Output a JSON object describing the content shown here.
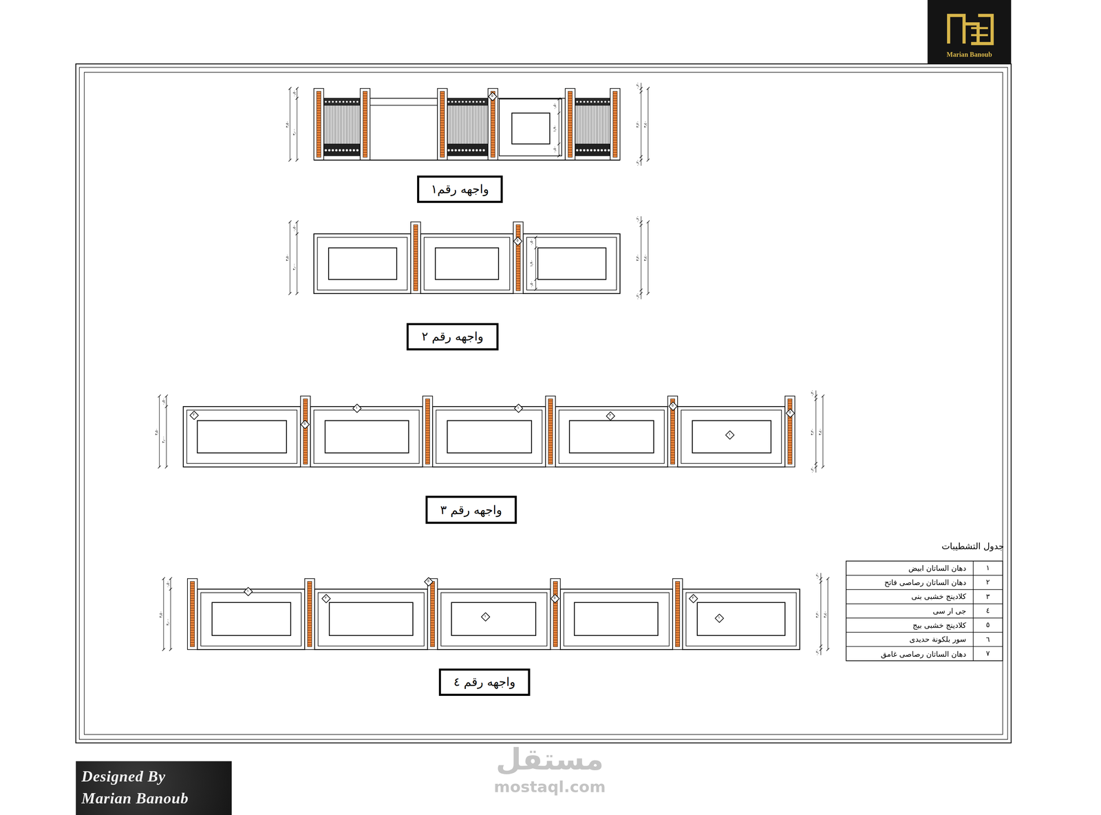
{
  "diagram": {
    "nodes": [
      {
        "text": [
          "Marian Banoub"
        ]
      },
      {
        "text": [
          "٥"
        ]
      },
      {
        "text": [
          "واجهه رقم١"
        ]
      },
      {
        "text": [
          "٥"
        ]
      },
      {
        "text": [
          "واجهه رقم ٢"
        ]
      },
      {
        "text": [
          "٢"
        ]
      },
      {
        "text": [
          "٥"
        ]
      },
      {
        "text": [
          "١"
        ]
      },
      {
        "text": [
          "١"
        ]
      },
      {
        "text": [
          "٢"
        ]
      },
      {
        "text": [
          "٥"
        ]
      },
      {
        "text": [
          "١"
        ]
      },
      {
        "text": [
          "٥"
        ]
      },
      {
        "text": [
          "واجهه رقم ٣"
        ]
      },
      {
        "text": [
          "١"
        ]
      },
      {
        "text": [
          "٢"
        ]
      },
      {
        "text": [
          "٥"
        ]
      },
      {
        "text": [
          "١"
        ]
      },
      {
        "text": [
          "٥"
        ]
      },
      {
        "text": [
          "٢"
        ]
      },
      {
        "text": [
          "١"
        ]
      },
      {
        "text": [
          "واجهه رقم ٤"
        ]
      },
      {
        "text": [
          "Designed By",
          "Marian Banoub"
        ]
      }
    ],
    "labels": [
      "٣٫٥٠",
      "٣٫٠٠",
      "٠٫٥٠",
      "٠٫٢٠",
      "٣٫٢٠",
      "٣٫٤٠",
      "٠٫٢٠",
      "٠٫٥٠",
      "١٫٩٠",
      "٠٫٥٠",
      "٣٫٥٠",
      "٣٫٠٠",
      "٠٫٥٠",
      "٠٫٢٠",
      "٣٫٢٠",
      "٣٫٤٠",
      "٠٫٢٠",
      "٠٫٥٠",
      "١٫٩٠",
      "٠٫٥٠",
      "٣٫٥٠",
      "٣٫٠٠",
      "٠٫٥٠",
      "٠٫٢٠",
      "٣٫٢٠",
      "٣٫٤٠",
      "٠٫٢٠",
      "٣٫٥٠",
      "٣٫٠٠",
      "٠٫٥٠",
      "٠٫٢٠",
      "٣٫٢٠",
      "٣٫٤٠",
      "٠٫٢٠",
      "جدول التشطيبات",
      "١",
      "دهان الساتان ابيض",
      "٢",
      "دهان الساتان رصاصى فاتح",
      "٣",
      "كلادينج خشبى بنى",
      "٤",
      "جى ار سى",
      "٥",
      "كلادينج خشبى بيج",
      "٦",
      "سور بلكونة حديدى",
      "٧",
      "دهان الساتان رصاصى غامق",
      "مستقل",
      "mostaql.com"
    ]
  }
}
